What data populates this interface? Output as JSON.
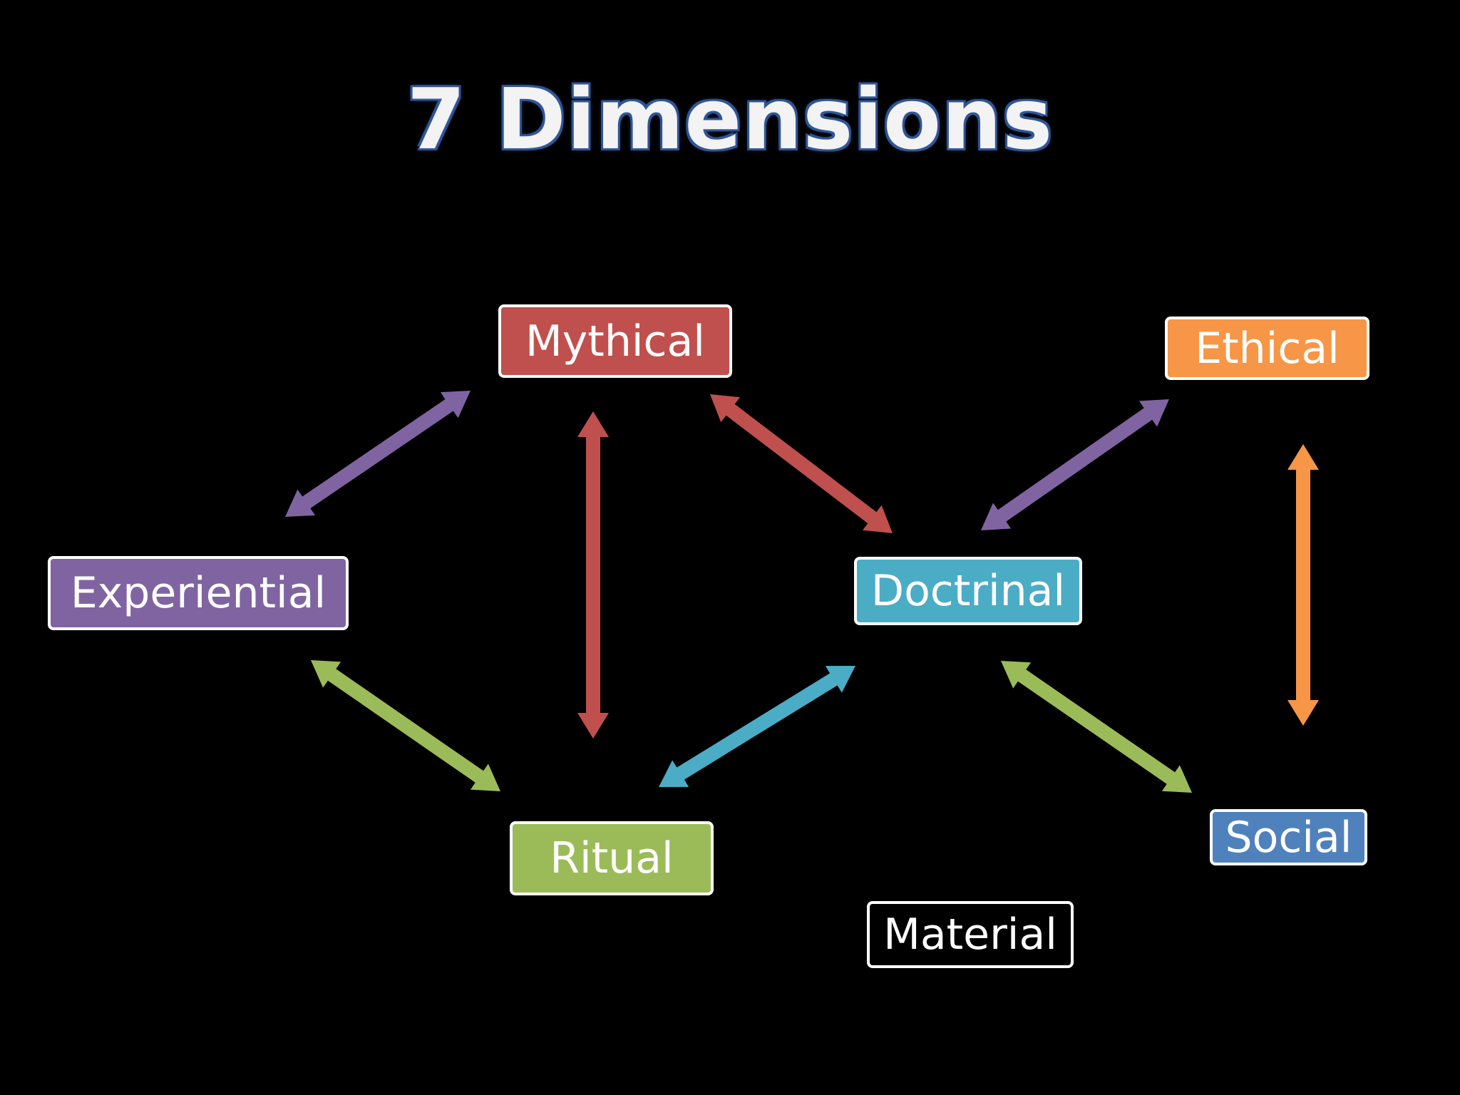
{
  "title": "7 Dimensions",
  "colors": {
    "background": "#000000",
    "mythical": "#c0504d",
    "ethical": "#f79646",
    "experiential": "#8064a2",
    "doctrinal": "#4bacc6",
    "ritual": "#9bbb59",
    "social": "#4f81bd",
    "material": "#000000",
    "border": "#ffffff",
    "title_outline": "#2f5597"
  },
  "nodes": {
    "mythical": "Mythical",
    "ethical": "Ethical",
    "experiential": "Experiential",
    "doctrinal": "Doctrinal",
    "ritual": "Ritual",
    "social": "Social",
    "material": "Material"
  },
  "connections": [
    {
      "from": "Experiential",
      "to": "Mythical",
      "color": "#8064a2"
    },
    {
      "from": "Mythical",
      "to": "Ritual",
      "color": "#c0504d"
    },
    {
      "from": "Mythical",
      "to": "Doctrinal",
      "color": "#c0504d"
    },
    {
      "from": "Doctrinal",
      "to": "Ethical",
      "color": "#8064a2"
    },
    {
      "from": "Ethical",
      "to": "Social",
      "color": "#f79646"
    },
    {
      "from": "Experiential",
      "to": "Ritual",
      "color": "#9bbb59"
    },
    {
      "from": "Ritual",
      "to": "Doctrinal",
      "color": "#4bacc6"
    },
    {
      "from": "Doctrinal",
      "to": "Social",
      "color": "#9bbb59"
    }
  ]
}
